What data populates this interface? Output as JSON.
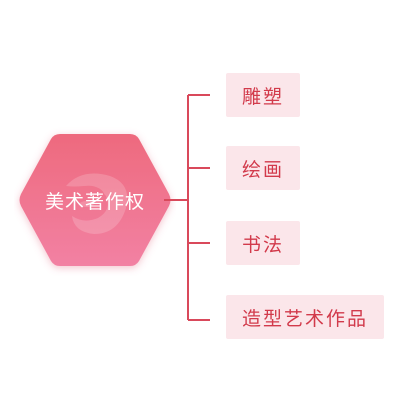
{
  "root": {
    "label": "美术著作权",
    "icon": "abstract-swirl-icon",
    "colors": {
      "gradient_top": "#ef6f82",
      "gradient_bottom": "#f07fa2",
      "text": "#ffffff"
    }
  },
  "branches": [
    {
      "label": "雕塑"
    },
    {
      "label": "绘画"
    },
    {
      "label": "书法"
    },
    {
      "label": "造型艺术作品"
    }
  ],
  "colors": {
    "connector": "#d9495b",
    "item_bg": "#fbe6ea",
    "item_text": "#d23a4b"
  }
}
